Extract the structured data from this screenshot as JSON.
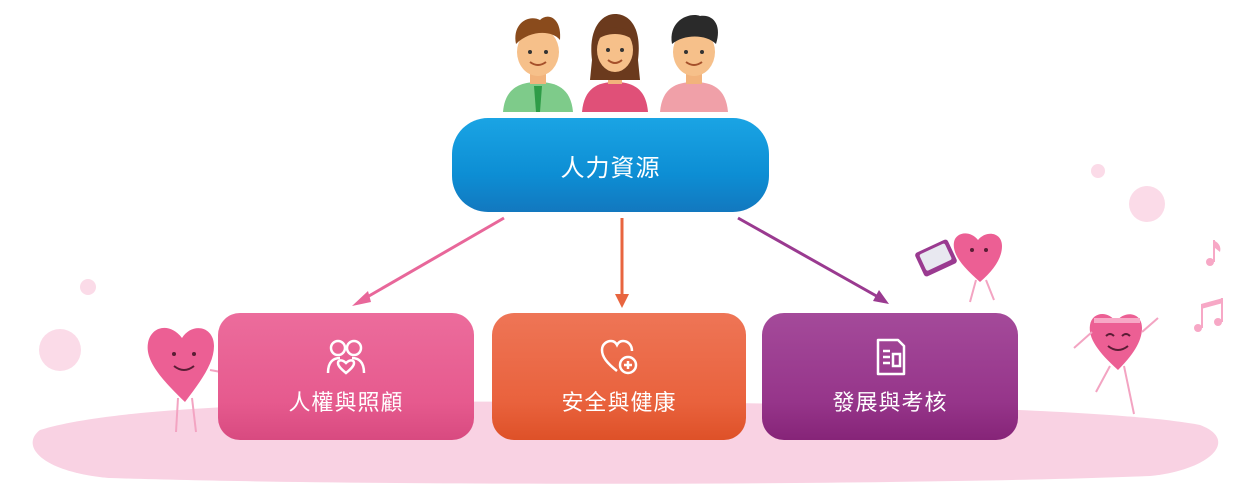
{
  "diagram": {
    "root": {
      "label": "人力資源"
    },
    "children": [
      {
        "label": "人權與照顧",
        "icon": "two-people-heart-icon",
        "color": "#e65a8e"
      },
      {
        "label": "安全與健康",
        "icon": "heart-plus-icon",
        "color": "#e9623d"
      },
      {
        "label": "發展與考核",
        "icon": "document-icon",
        "color": "#96358a"
      }
    ]
  },
  "colors": {
    "root": "#0d8ed4",
    "ground": "#f8cfe1",
    "arrow_pink": "#e8679a",
    "arrow_orange": "#e8653f",
    "arrow_purple": "#9a3a90"
  }
}
